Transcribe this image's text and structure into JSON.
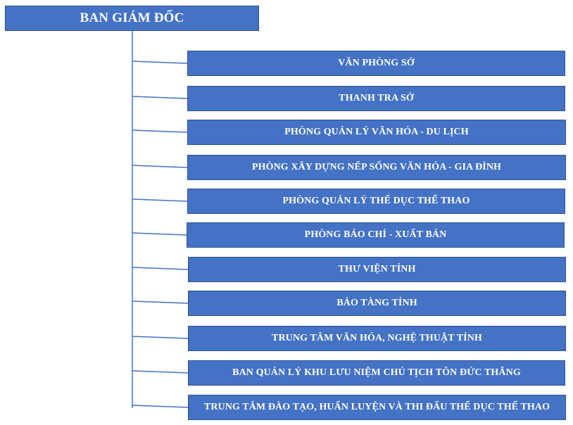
{
  "root": {
    "label": "BAN GIÁM ĐỐC"
  },
  "units": [
    {
      "id": "van-phong-so",
      "label": "VĂN PHÒNG SỞ"
    },
    {
      "id": "thanh-tra-so",
      "label": "THANH TRA SỞ"
    },
    {
      "id": "phong-quan-ly-van-hoa-du-lich",
      "label": "PHÒNG QUẢN LÝ VĂN HÓA - DU LỊCH"
    },
    {
      "id": "phong-xay-dung-nep-song",
      "label": "PHÒNG XÂY DỰNG NẾP SỐNG VĂN HÓA - GIA ĐÌNH"
    },
    {
      "id": "phong-quan-ly-the-duc-the-thao",
      "label": "PHÒNG QUẢN LÝ THỂ DỤC THỂ THAO"
    },
    {
      "id": "phong-bao-chi-xuat-ban",
      "label": "PHÒNG BÁO CHÍ - XUẤT BẢN"
    },
    {
      "id": "thu-vien-tinh",
      "label": "THƯ VIỆN TỈNH"
    },
    {
      "id": "bao-tang-tinh",
      "label": "BẢO TÀNG TỈNH"
    },
    {
      "id": "trung-tam-van-hoa-nghe-thuat",
      "label": "TRUNG TÂM VĂN HÓA, NGHỆ THUẬT TỈNH"
    },
    {
      "id": "ban-quan-ly-khu-luu-niem",
      "label": "BAN QUẢN LÝ KHU LƯU NIỆM  CHỦ TỊCH TÔN ĐỨC THẮNG"
    },
    {
      "id": "trung-tam-dao-tao-huan-luyen",
      "label": "TRUNG TÂM ĐÀO TẠO, HUẤN LUYỆN VÀ THI ĐẤU THỂ DỤC THỂ THAO"
    }
  ],
  "colors": {
    "box_fill": "#4472c4",
    "box_border": "#2f528f",
    "connector": "#4472c4",
    "text": "#ffffff"
  }
}
